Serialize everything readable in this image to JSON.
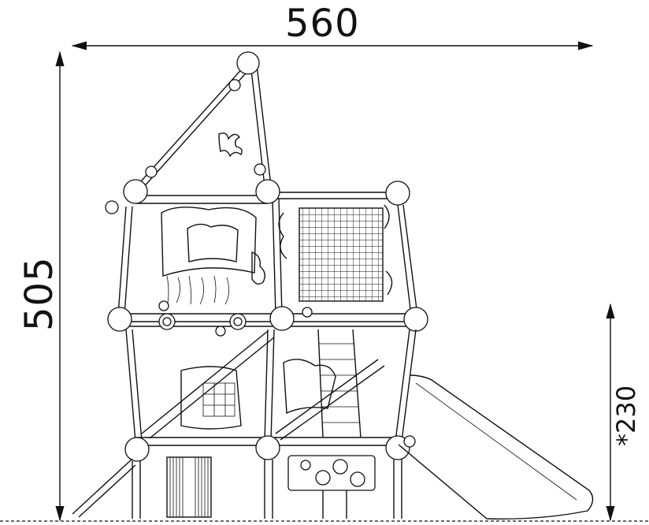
{
  "dimensions": {
    "width_label": "560",
    "height_label": "505",
    "platform_height_label": "*230"
  },
  "colors": {
    "line": "#111111",
    "background": "#ffffff"
  }
}
